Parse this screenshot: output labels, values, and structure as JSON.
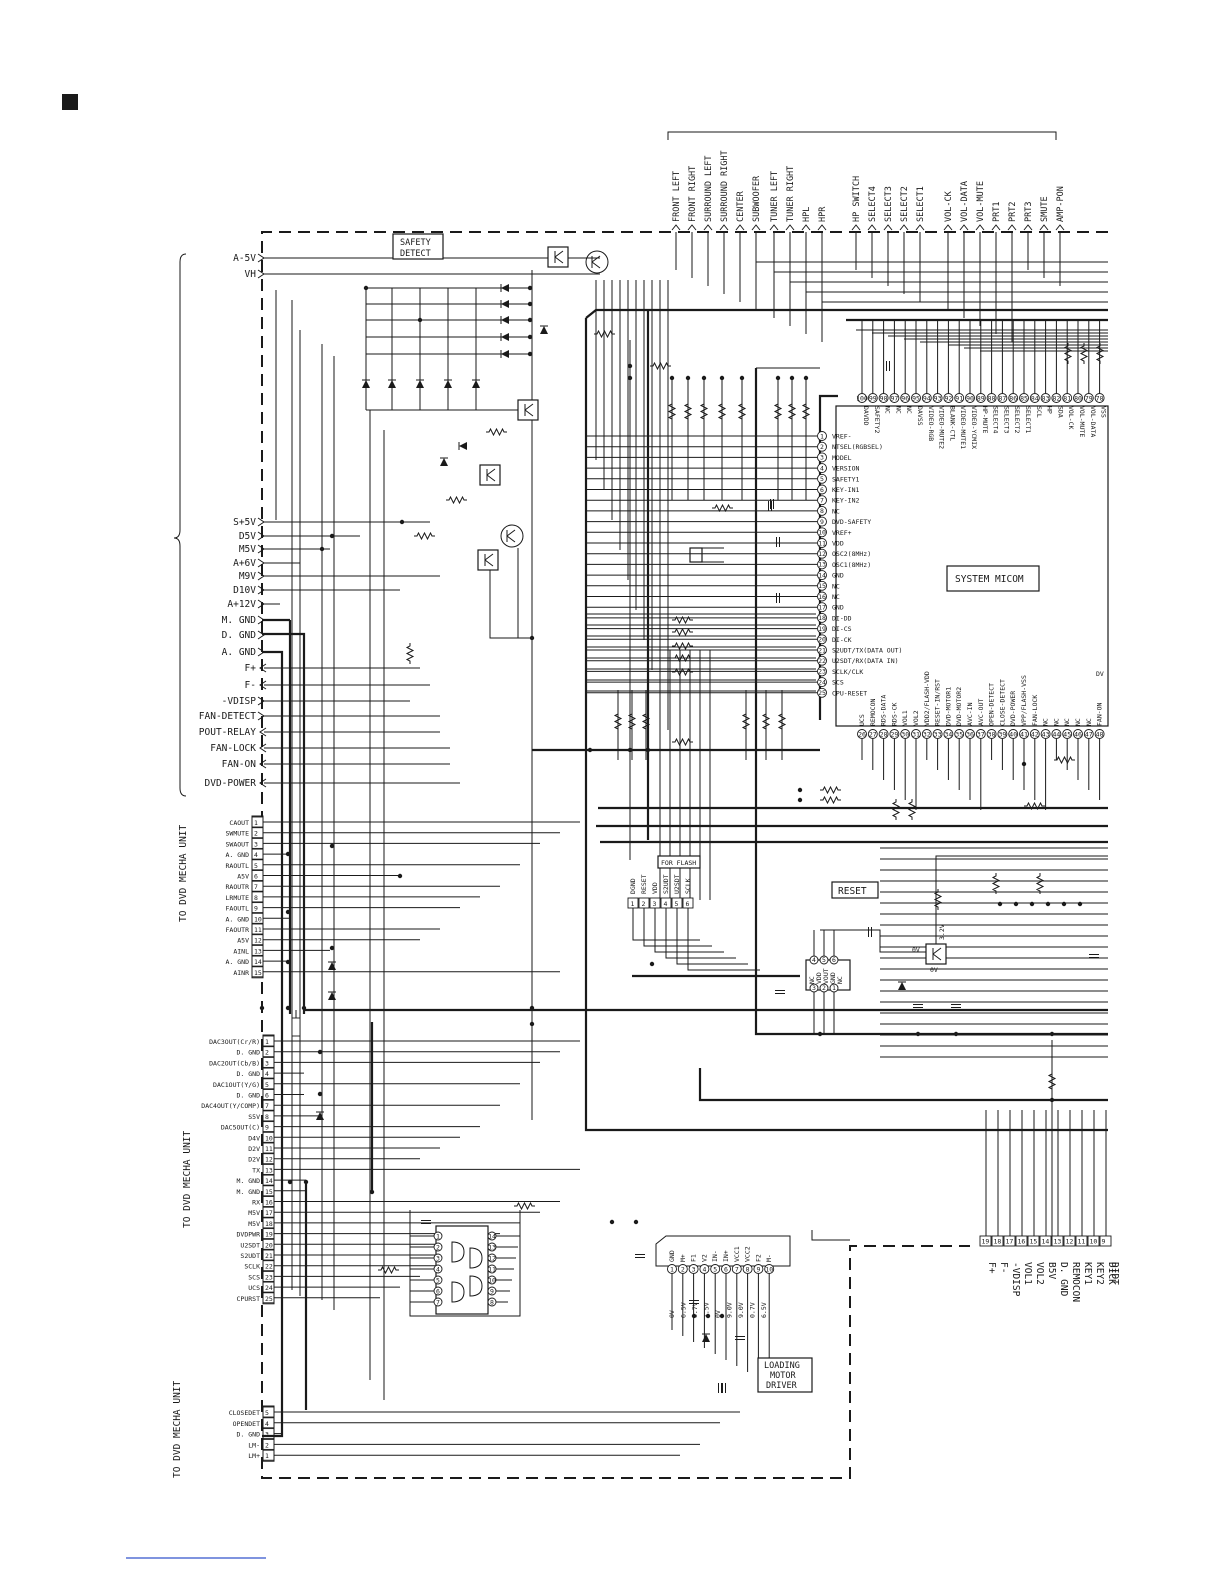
{
  "top_signals": [
    "FRONT LEFT",
    "FRONT RIGHT",
    "SURROUND LEFT",
    "SURROUND RIGHT",
    "CENTER",
    "SUBWOOFER",
    "TUNER LEFT",
    "TUNER RIGHT",
    "HPL",
    "HPR",
    "HP SWITCH",
    "SELECT4",
    "SELECT3",
    "SELECT2",
    "SELECT1",
    "VOL-CK",
    "VOL-DATA",
    "VOL-MUTE",
    "PRT1",
    "PRT2",
    "PRT3",
    "SMUTE",
    "AMP-PON"
  ],
  "left_power": [
    "A-5V",
    "VH",
    "S+5V",
    "D5V",
    "M5V",
    "A+6V",
    "M9V",
    "D10V",
    "A+12V",
    "M. GND",
    "D. GND",
    "A. GND",
    "F+",
    "F-",
    "-VDISP",
    "FAN-DETECT",
    "POUT-RELAY",
    "FAN-LOCK",
    "FAN-ON",
    "DVD-POWER"
  ],
  "conn1": {
    "side_label": "TO DVD MECHA UNIT",
    "pins": [
      {
        "n": "1",
        "label": "CAOUT"
      },
      {
        "n": "2",
        "label": "SWMUTE"
      },
      {
        "n": "3",
        "label": "SWAOUT"
      },
      {
        "n": "4",
        "label": "A. GND"
      },
      {
        "n": "5",
        "label": "RAOUTL"
      },
      {
        "n": "6",
        "label": "A5V"
      },
      {
        "n": "7",
        "label": "RAOUTR"
      },
      {
        "n": "8",
        "label": "LRMUTE"
      },
      {
        "n": "9",
        "label": "FAOUTL"
      },
      {
        "n": "10",
        "label": "A. GND"
      },
      {
        "n": "11",
        "label": "FAOUTR"
      },
      {
        "n": "12",
        "label": "A5V"
      },
      {
        "n": "13",
        "label": "AINL"
      },
      {
        "n": "14",
        "label": "A. GND"
      },
      {
        "n": "15",
        "label": "AINR"
      }
    ]
  },
  "conn2": {
    "side_label": "TO DVD MECHA UNIT",
    "pins": [
      {
        "n": "1",
        "label": "DAC3OUT(Cr/R)"
      },
      {
        "n": "2",
        "label": "D. GND"
      },
      {
        "n": "3",
        "label": "DAC2OUT(Cb/B)"
      },
      {
        "n": "4",
        "label": "D. GND"
      },
      {
        "n": "5",
        "label": "DAC1OUT(Y/G)"
      },
      {
        "n": "6",
        "label": "D. GND"
      },
      {
        "n": "7",
        "label": "DAC4OUT(Y/COMP)"
      },
      {
        "n": "8",
        "label": "S5V"
      },
      {
        "n": "9",
        "label": "DAC5OUT(C)"
      },
      {
        "n": "10",
        "label": "D4V"
      },
      {
        "n": "11",
        "label": "D2V"
      },
      {
        "n": "12",
        "label": "D2V"
      },
      {
        "n": "13",
        "label": "TX"
      },
      {
        "n": "14",
        "label": "M. GND"
      },
      {
        "n": "15",
        "label": "M. GND"
      },
      {
        "n": "16",
        "label": "RX"
      },
      {
        "n": "17",
        "label": "M5V"
      },
      {
        "n": "18",
        "label": "M5V"
      },
      {
        "n": "19",
        "label": "DVDPWR"
      },
      {
        "n": "20",
        "label": "U2SDT"
      },
      {
        "n": "21",
        "label": "S2UDT"
      },
      {
        "n": "22",
        "label": "SCLK"
      },
      {
        "n": "23",
        "label": "SCS"
      },
      {
        "n": "24",
        "label": "UCS"
      },
      {
        "n": "25",
        "label": "CPURST"
      }
    ]
  },
  "conn3": {
    "side_label": "TO DVD MECHA UNIT",
    "pins": [
      {
        "n": "5",
        "label": "CLOSEDET"
      },
      {
        "n": "4",
        "label": "OPENDET"
      },
      {
        "n": "3",
        "label": "D. GND"
      },
      {
        "n": "2",
        "label": "LM-"
      },
      {
        "n": "1",
        "label": "LM+"
      }
    ]
  },
  "micom": {
    "title": "SYSTEM MICOM",
    "left_pins": [
      {
        "n": "1",
        "label": "VREF-"
      },
      {
        "n": "2",
        "label": "NTSEL(RGBSEL)"
      },
      {
        "n": "3",
        "label": "MODEL"
      },
      {
        "n": "4",
        "label": "VERSION"
      },
      {
        "n": "5",
        "label": "SAFETY1"
      },
      {
        "n": "6",
        "label": "KEY-IN1"
      },
      {
        "n": "7",
        "label": "KEY-IN2"
      },
      {
        "n": "8",
        "label": "NC"
      },
      {
        "n": "9",
        "label": "DVD-SAFETY"
      },
      {
        "n": "10",
        "label": "VREF+"
      },
      {
        "n": "11",
        "label": "VDD"
      },
      {
        "n": "12",
        "label": "OSC2(8MHz)"
      },
      {
        "n": "13",
        "label": "OSC1(8MHz)"
      },
      {
        "n": "14",
        "label": "GND"
      },
      {
        "n": "15",
        "label": "NC"
      },
      {
        "n": "16",
        "label": "NC"
      },
      {
        "n": "17",
        "label": "GND"
      },
      {
        "n": "18",
        "label": "DI-DD"
      },
      {
        "n": "19",
        "label": "DI-CS"
      },
      {
        "n": "20",
        "label": "DI-CK"
      },
      {
        "n": "21",
        "label": "S2UDT/TX(DATA OUT)"
      },
      {
        "n": "22",
        "label": "U2SDT/RX(DATA IN)"
      },
      {
        "n": "23",
        "label": "SCLK/CLK"
      },
      {
        "n": "24",
        "label": "SCS"
      },
      {
        "n": "25",
        "label": "CPU-RESET"
      }
    ],
    "top_pins": [
      {
        "n": "100",
        "label": "DAVDD"
      },
      {
        "n": "99",
        "label": "SAFETY2"
      },
      {
        "n": "98",
        "label": "NC"
      },
      {
        "n": "97",
        "label": "NC"
      },
      {
        "n": "96",
        "label": "NC"
      },
      {
        "n": "95",
        "label": "DAVSS"
      },
      {
        "n": "94",
        "label": "VIDEO-RGB"
      },
      {
        "n": "93",
        "label": "VIDEO-MUTE2"
      },
      {
        "n": "92",
        "label": "BLANK-CTL"
      },
      {
        "n": "91",
        "label": "VIDEO-MUTE1"
      },
      {
        "n": "90",
        "label": "VIDEO-YCMIX"
      },
      {
        "n": "89",
        "label": "HP-MUTE"
      },
      {
        "n": "88",
        "label": "SELECT4"
      },
      {
        "n": "87",
        "label": "SELECT3"
      },
      {
        "n": "86",
        "label": "SELECT2"
      },
      {
        "n": "85",
        "label": "SELECT1"
      },
      {
        "n": "84",
        "label": "SCL"
      },
      {
        "n": "83",
        "label": "HP"
      },
      {
        "n": "82",
        "label": "SDA"
      },
      {
        "n": "81",
        "label": "VOL-CK"
      },
      {
        "n": "80",
        "label": "VOL-MUTE"
      },
      {
        "n": "79",
        "label": "VOL-DATA"
      },
      {
        "n": "78",
        "label": "VSS"
      }
    ],
    "bottom_pins": [
      {
        "n": "26",
        "label": "UCS"
      },
      {
        "n": "27",
        "label": "REMOCON"
      },
      {
        "n": "28",
        "label": "RDS-DATA"
      },
      {
        "n": "29",
        "label": "RDS-CK"
      },
      {
        "n": "30",
        "label": "VOL1"
      },
      {
        "n": "31",
        "label": "VOL2"
      },
      {
        "n": "32",
        "label": "VDD2/FLASH-VDD"
      },
      {
        "n": "33",
        "label": "RESET-IN/RST"
      },
      {
        "n": "34",
        "label": "DVD-MOTOR1"
      },
      {
        "n": "35",
        "label": "DVD-MOTOR2"
      },
      {
        "n": "36",
        "label": "AVC-IN"
      },
      {
        "n": "37",
        "label": "AVC-OUT"
      },
      {
        "n": "38",
        "label": "OPEN-DETECT"
      },
      {
        "n": "39",
        "label": "CLOSE-DETECT"
      },
      {
        "n": "40",
        "label": "DVD-POWER"
      },
      {
        "n": "41",
        "label": "VPP/FLASH-VSS"
      },
      {
        "n": "42",
        "label": "FAN-LOCK"
      },
      {
        "n": "43",
        "label": "NC"
      },
      {
        "n": "44",
        "label": "NC"
      },
      {
        "n": "45",
        "label": "NC"
      },
      {
        "n": "46",
        "label": "NC"
      },
      {
        "n": "47",
        "label": "NC"
      },
      {
        "n": "48",
        "label": "FAN-ON"
      }
    ],
    "dv_fragment": "DV"
  },
  "labels": {
    "safety_detect": [
      "SAFETY",
      "DETECT"
    ],
    "reset": "RESET",
    "for_flash": "FOR FLASH",
    "loading": [
      "LOADING",
      "MOTOR",
      "DRIVER"
    ]
  },
  "flash_pins": [
    {
      "n": "1",
      "label": "DGND"
    },
    {
      "n": "2",
      "label": "RESET"
    },
    {
      "n": "3",
      "label": "VDD"
    },
    {
      "n": "4",
      "label": "S2UDT"
    },
    {
      "n": "5",
      "label": "U2SDT"
    },
    {
      "n": "6",
      "label": "SCLK"
    }
  ],
  "reset_ic": {
    "left_pins": [
      "3",
      "2",
      "1"
    ],
    "right_pins": [
      "4",
      "5",
      "6"
    ],
    "labels": [
      "NC",
      "VDD",
      "VOUT",
      "GND",
      "NC"
    ],
    "voltages": [
      "0V",
      "0V",
      "3.2V"
    ]
  },
  "logic_ic": {
    "left_pins": [
      "1",
      "2",
      "3",
      "4",
      "5",
      "6",
      "7"
    ],
    "right_pins": [
      "14",
      "13",
      "12",
      "11",
      "10",
      "9",
      "8"
    ]
  },
  "driver_ic": {
    "pins": [
      {
        "n": "1",
        "label": "GND"
      },
      {
        "n": "2",
        "label": "M+"
      },
      {
        "n": "3",
        "label": "F1"
      },
      {
        "n": "4",
        "label": "V2"
      },
      {
        "n": "5",
        "label": "IN-"
      },
      {
        "n": "6",
        "label": "IN+"
      },
      {
        "n": "7",
        "label": "VCC1"
      },
      {
        "n": "8",
        "label": "VCC2"
      },
      {
        "n": "9",
        "label": "F2"
      },
      {
        "n": "10",
        "label": "M-"
      }
    ],
    "voltages": [
      "0V",
      "6.5V",
      "6.7V",
      "1.5V",
      "0V",
      "9.0V",
      "9.0V",
      "0.7V",
      "6.5V"
    ]
  },
  "bottom_conn": {
    "pins": [
      {
        "n": "19",
        "label": "F+"
      },
      {
        "n": "18",
        "label": "F-"
      },
      {
        "n": "17",
        "label": "-VDISP"
      },
      {
        "n": "16",
        "label": "VOL1"
      },
      {
        "n": "15",
        "label": "VOL2"
      },
      {
        "n": "14",
        "label": "B5V"
      },
      {
        "n": "13",
        "label": "D. GND"
      },
      {
        "n": "12",
        "label": "REMOCON"
      },
      {
        "n": "11",
        "label": "KEY1"
      },
      {
        "n": "10",
        "label": "KEY2"
      },
      {
        "n": "9",
        "label": "DICK"
      }
    ],
    "cut_label": "DIDT"
  },
  "colors": {
    "ink": "#1a1a1a",
    "paper": "#ffffff",
    "link": "#3355cc"
  }
}
